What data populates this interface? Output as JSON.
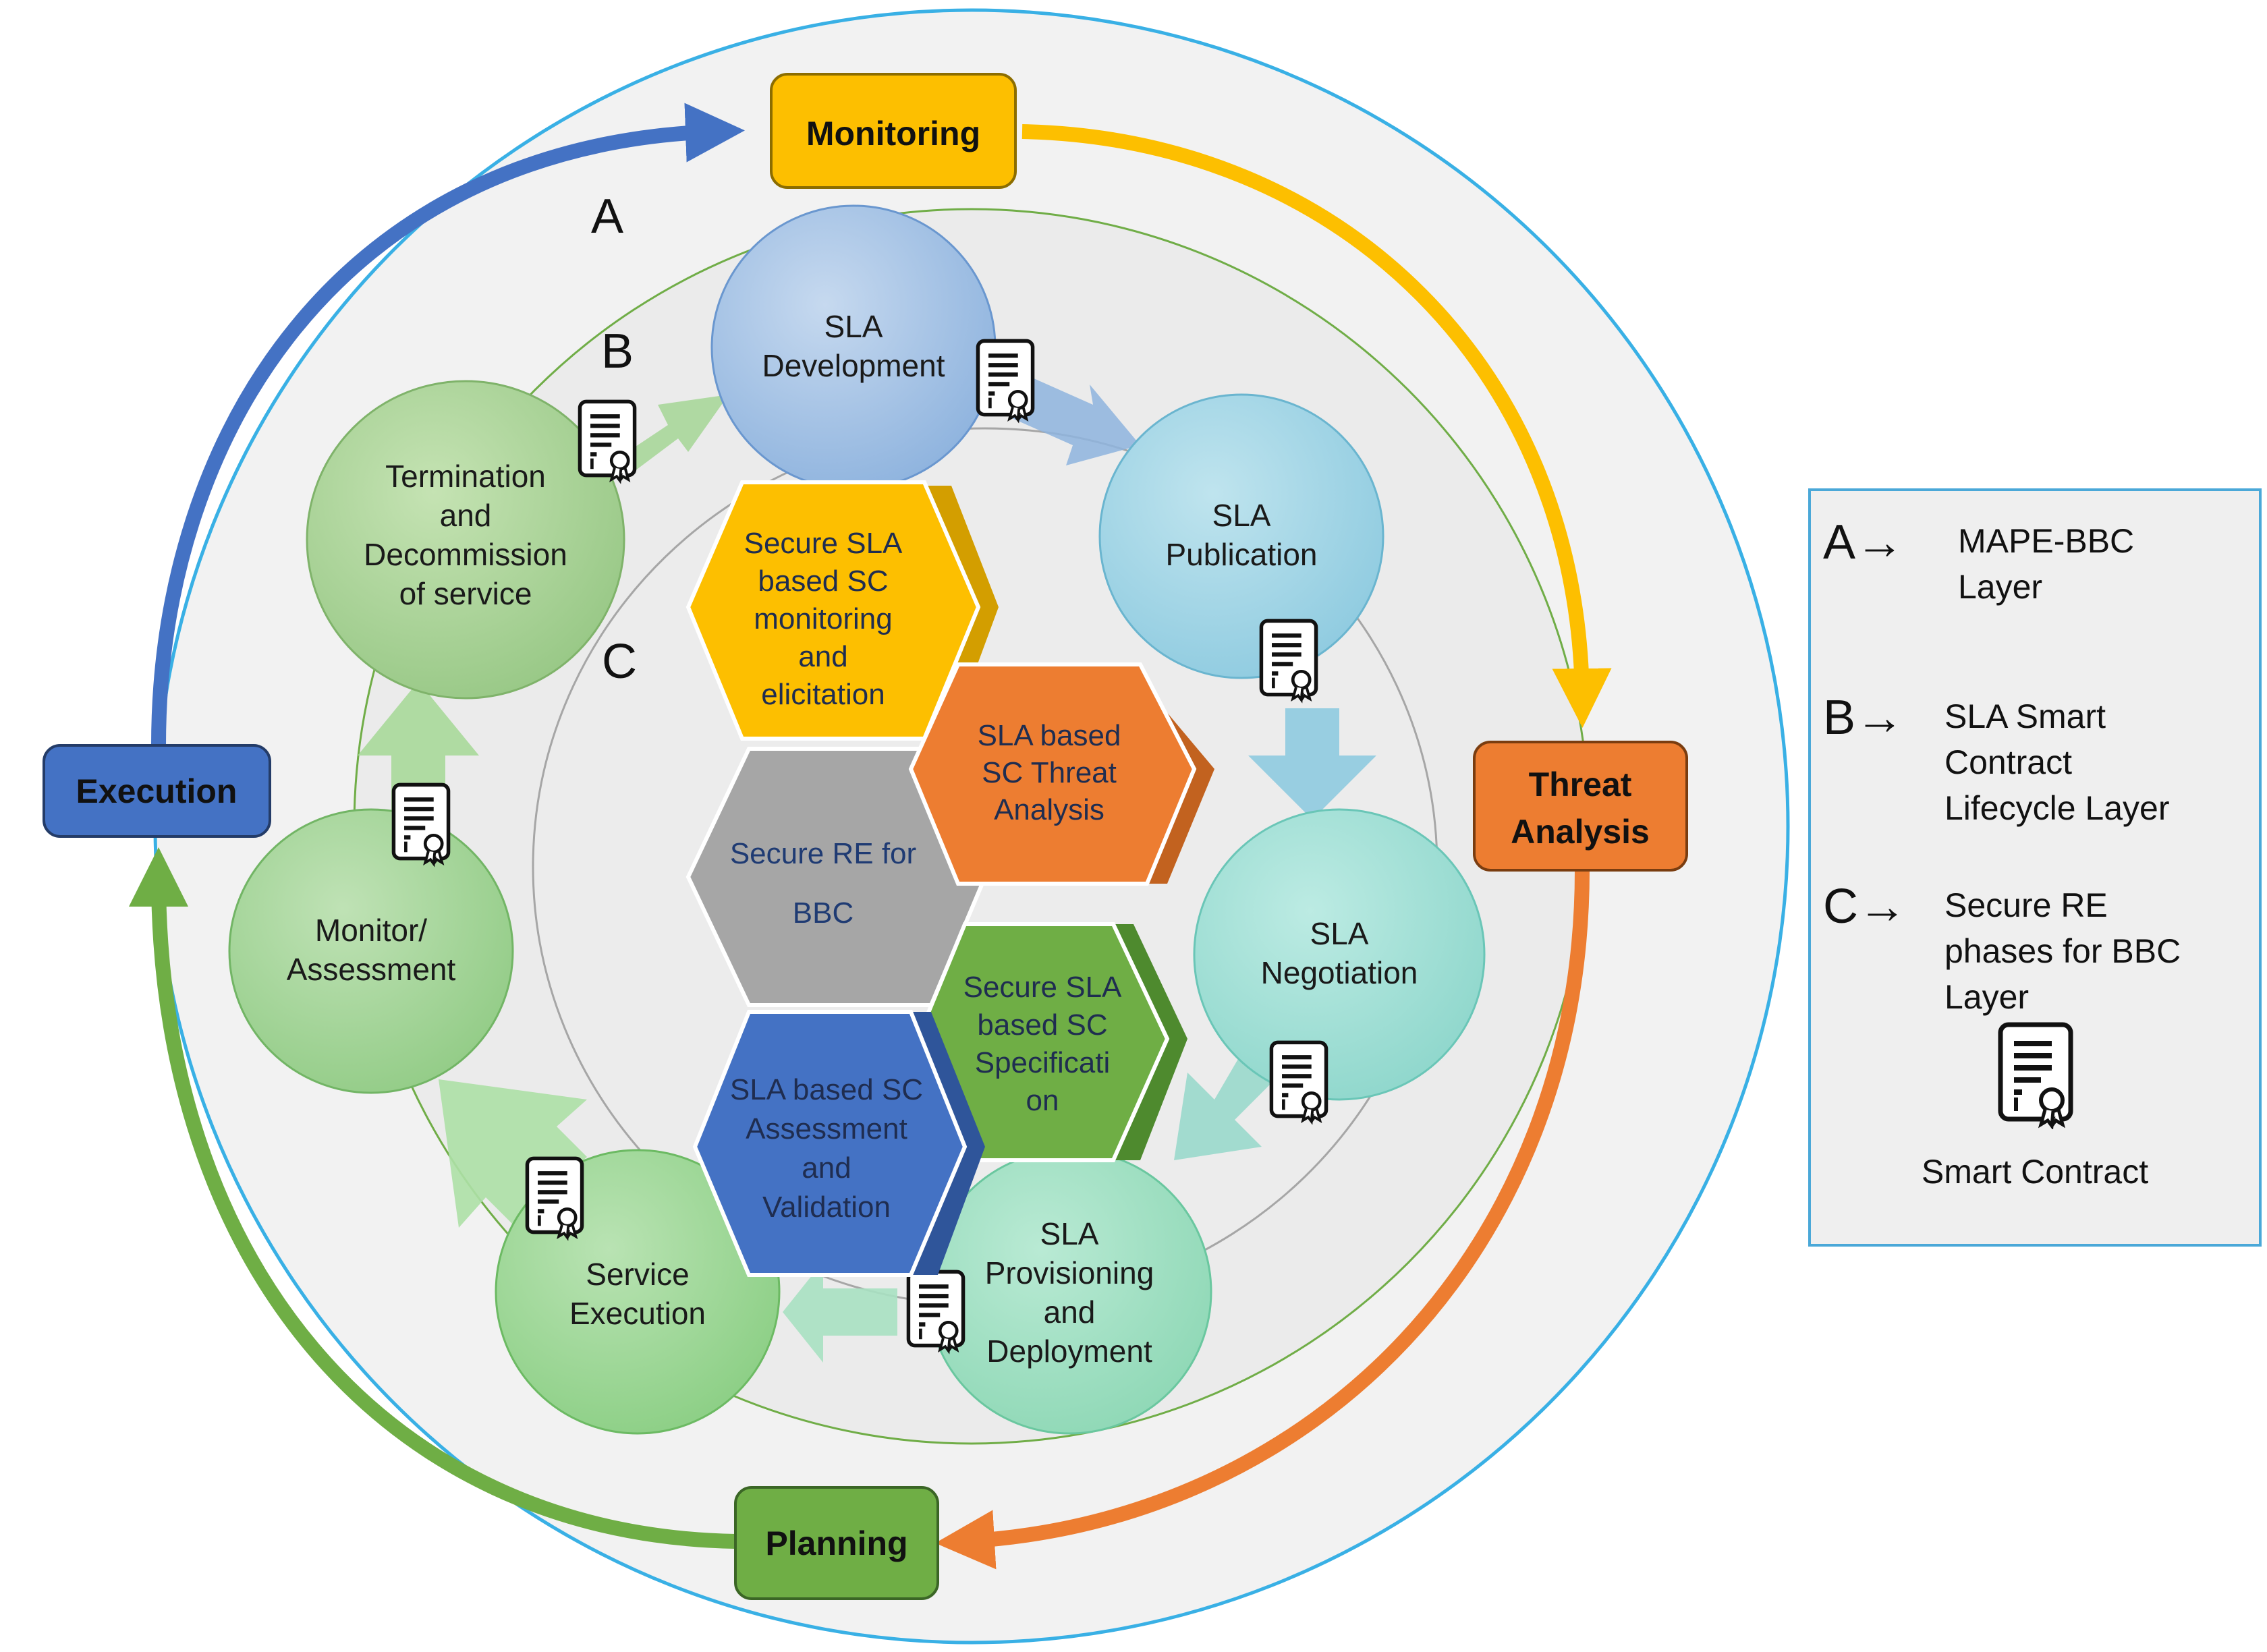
{
  "mape_boxes": {
    "monitoring": "Monitoring",
    "threat": [
      "Threat",
      "Analysis"
    ],
    "planning": "Planning",
    "execution": "Execution"
  },
  "layer_letters": [
    "A",
    "B",
    "C"
  ],
  "lifecycle_circles": {
    "development": [
      "SLA",
      "Development"
    ],
    "publication": [
      "SLA",
      "Publication"
    ],
    "negotiation": [
      "SLA",
      "Negotiation"
    ],
    "provisioning": [
      "SLA",
      "Provisioning",
      "and",
      "Deployment"
    ],
    "service_execution": [
      "Service",
      "Execution"
    ],
    "monitor": [
      "Monitor/",
      "Assessment"
    ],
    "termination": [
      "Termination",
      "and",
      "Decommission",
      "of service"
    ]
  },
  "hexagons": {
    "monitoring": [
      "Secure SLA",
      "based SC",
      "monitoring",
      "and",
      "elicitation"
    ],
    "threat": [
      "SLA based",
      "SC Threat",
      "Analysis"
    ],
    "center": [
      "Secure RE for",
      "BBC"
    ],
    "specification": [
      "Secure SLA",
      "based SC",
      "Specificati",
      "on"
    ],
    "assessment": [
      "SLA based SC",
      "Assessment",
      "and",
      "Validation"
    ]
  },
  "legend": {
    "items": [
      {
        "key": "A→",
        "text": [
          "MAPE-BBC",
          "Layer"
        ]
      },
      {
        "key": "B→",
        "text": [
          "SLA Smart",
          "Contract",
          "Lifecycle Layer"
        ]
      },
      {
        "key": "C→",
        "text": [
          "Secure RE",
          "phases for  BBC",
          "Layer"
        ]
      }
    ],
    "icon": "smart-contract-certificate-icon",
    "smart_contract_label": "Smart Contract"
  },
  "colors": {
    "monitoring": "#fdbf00",
    "threat": "#ed7d31",
    "planning": "#6fae45",
    "execution": "#4472c4",
    "center_hex": "#a6a6a6",
    "legend_border": "#4aa8d8"
  }
}
